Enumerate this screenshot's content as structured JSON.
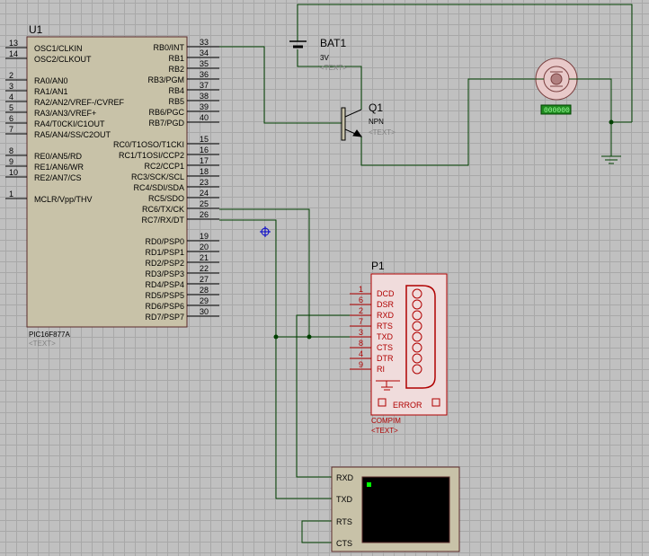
{
  "mcu": {
    "ref": "U1",
    "part": "PIC16F877A",
    "text": "<TEXT>",
    "left_pins": [
      {
        "num": "13",
        "name": "OSC1/CLKIN"
      },
      {
        "num": "14",
        "name": "OSC2/CLKOUT"
      },
      {
        "num": "2",
        "name": "RA0/AN0"
      },
      {
        "num": "3",
        "name": "RA1/AN1"
      },
      {
        "num": "4",
        "name": "RA2/AN2/VREF-/CVREF"
      },
      {
        "num": "5",
        "name": "RA3/AN3/VREF+"
      },
      {
        "num": "6",
        "name": "RA4/T0CKI/C1OUT"
      },
      {
        "num": "7",
        "name": "RA5/AN4/SS/C2OUT"
      },
      {
        "num": "8",
        "name": "RE0/AN5/RD"
      },
      {
        "num": "9",
        "name": "RE1/AN6/WR"
      },
      {
        "num": "10",
        "name": "RE2/AN7/CS"
      },
      {
        "num": "1",
        "name": "MCLR/Vpp/THV"
      }
    ],
    "right_pins": [
      {
        "num": "33",
        "name": "RB0/INT"
      },
      {
        "num": "34",
        "name": "RB1"
      },
      {
        "num": "35",
        "name": "RB2"
      },
      {
        "num": "36",
        "name": "RB3/PGM"
      },
      {
        "num": "37",
        "name": "RB4"
      },
      {
        "num": "38",
        "name": "RB5"
      },
      {
        "num": "39",
        "name": "RB6/PGC"
      },
      {
        "num": "40",
        "name": "RB7/PGD"
      },
      {
        "num": "15",
        "name": "RC0/T1OSO/T1CKI"
      },
      {
        "num": "16",
        "name": "RC1/T1OSI/CCP2"
      },
      {
        "num": "17",
        "name": "RC2/CCP1"
      },
      {
        "num": "18",
        "name": "RC3/SCK/SCL"
      },
      {
        "num": "23",
        "name": "RC4/SDI/SDA"
      },
      {
        "num": "24",
        "name": "RC5/SDO"
      },
      {
        "num": "25",
        "name": "RC6/TX/CK"
      },
      {
        "num": "26",
        "name": "RC7/RX/DT"
      },
      {
        "num": "19",
        "name": "RD0/PSP0"
      },
      {
        "num": "20",
        "name": "RD1/PSP1"
      },
      {
        "num": "21",
        "name": "RD2/PSP2"
      },
      {
        "num": "22",
        "name": "RD3/PSP3"
      },
      {
        "num": "27",
        "name": "RD4/PSP4"
      },
      {
        "num": "28",
        "name": "RD5/PSP5"
      },
      {
        "num": "29",
        "name": "RD6/PSP6"
      },
      {
        "num": "30",
        "name": "RD7/PSP7"
      }
    ]
  },
  "battery": {
    "ref": "BAT1",
    "value": "3V",
    "text": "<TEXT>"
  },
  "transistor": {
    "ref": "Q1",
    "type": "NPN",
    "text": "<TEXT>"
  },
  "motor": {
    "indicator": "000000"
  },
  "connector": {
    "ref": "P1",
    "part": "COMPIM",
    "text": "<TEXT>",
    "error": "ERROR",
    "pins": [
      {
        "num": "1",
        "name": "DCD"
      },
      {
        "num": "6",
        "name": "DSR"
      },
      {
        "num": "2",
        "name": "RXD"
      },
      {
        "num": "7",
        "name": "RTS"
      },
      {
        "num": "3",
        "name": "TXD"
      },
      {
        "num": "8",
        "name": "CTS"
      },
      {
        "num": "4",
        "name": "DTR"
      },
      {
        "num": "9",
        "name": "RI"
      }
    ]
  },
  "terminal": {
    "pins": [
      "RXD",
      "TXD",
      "RTS",
      "CTS"
    ]
  },
  "colors": {
    "wire": "#004000",
    "component_body": "#c8c2a8",
    "component_red": "#b00000",
    "terminal_bg": "#000000",
    "cursor_green": "#00ff00"
  }
}
